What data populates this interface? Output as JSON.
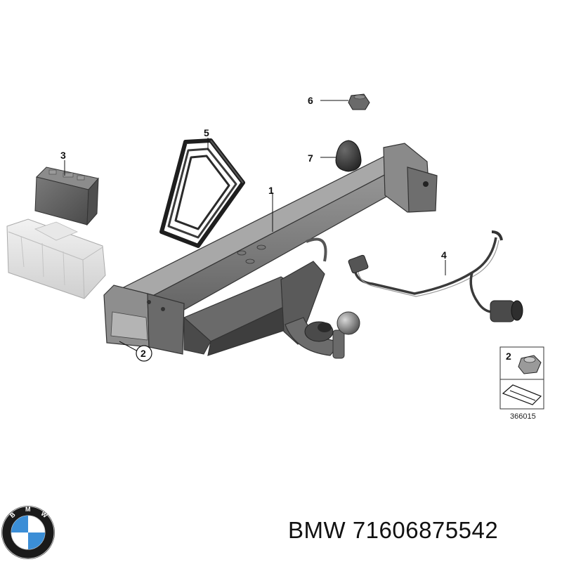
{
  "callouts": {
    "c1": "1",
    "c2": "2",
    "c3": "3",
    "c4": "4",
    "c5": "5",
    "c6": "6",
    "c7": "7"
  },
  "legend": {
    "part_number": "2",
    "diagram_code": "366015"
  },
  "brand": {
    "logo_letters": "BMW",
    "caption": "BMW 71606875542"
  },
  "colors": {
    "part_dark": "#5a5a5a",
    "part_mid": "#8a8a8a",
    "part_light": "#b8b8b8",
    "rubber": "#2a2a2a",
    "logo_blue": "#3b8ed6",
    "logo_ring": "#1a1a1a"
  }
}
